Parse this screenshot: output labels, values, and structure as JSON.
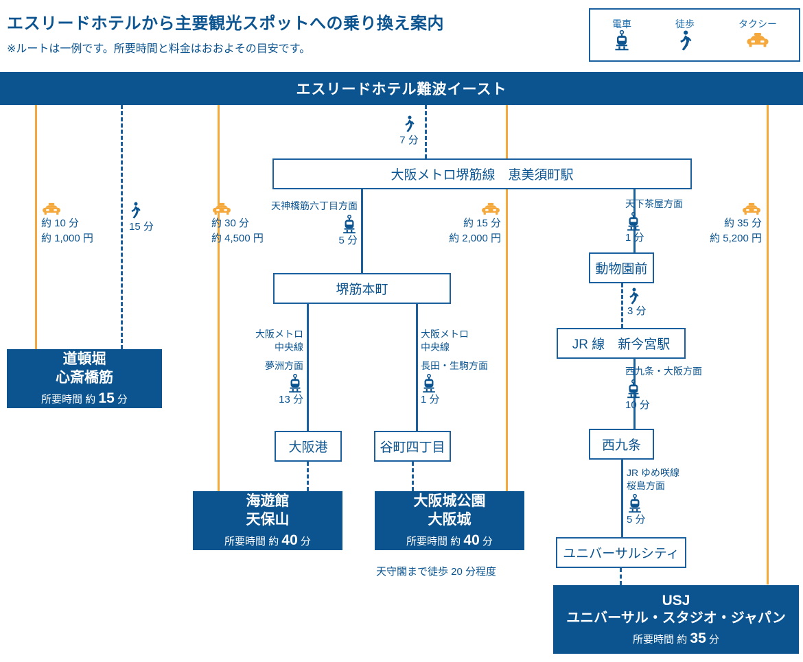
{
  "header": {
    "title": "エスリードホテルから主要観光スポットへの乗り換え案内",
    "note": "※ルートは一例です。所要時間と料金はおおよその目安です。"
  },
  "legend": {
    "items": [
      {
        "label": "電車",
        "icon": "train-icon"
      },
      {
        "label": "徒歩",
        "icon": "walk-icon"
      },
      {
        "label": "タクシー",
        "icon": "taxi-icon"
      }
    ]
  },
  "origin": {
    "name": "エスリードホテル難波イースト"
  },
  "colors": {
    "navy": "#0b5490",
    "line_blue": "#1a5f9e",
    "taxi_orange": "#f5a83c",
    "white": "#ffffff"
  },
  "routes": {
    "dotonbori": {
      "taxi": {
        "time": "約 10 分",
        "fare": "約 1,000 円"
      },
      "walk": {
        "minutes": "15 分"
      },
      "destination": {
        "name_line1": "道頓堀",
        "name_line2": "心斎橋筋",
        "time_prefix": "所要時間 約",
        "time_value": "15",
        "time_unit": "分"
      }
    },
    "kaiyukan": {
      "taxi": {
        "time": "約 30 分",
        "fare": "約 4,500 円"
      },
      "destination": {
        "name_line1": "海遊館",
        "name_line2": "天保山",
        "time_prefix": "所要時間 約",
        "time_value": "40",
        "time_unit": "分"
      }
    },
    "osakajo": {
      "taxi": {
        "time": "約 15 分",
        "fare": "約 2,000 円"
      },
      "destination": {
        "name_line1": "大阪城公園",
        "name_line2": "大阪城",
        "time_prefix": "所要時間 約",
        "time_value": "40",
        "time_unit": "分"
      },
      "footnote": "天守閣まで徒歩 20 分程度"
    },
    "usj": {
      "taxi": {
        "time": "約 35 分",
        "fare": "約 5,200 円"
      },
      "destination": {
        "name_line1": "USJ",
        "name_line2": "ユニバーサル・スタジオ・ジャパン",
        "time_prefix": "所要時間 約",
        "time_value": "35",
        "time_unit": "分"
      }
    }
  },
  "segments": {
    "hotel_to_ebisucho": {
      "mode": "walk-icon",
      "minutes": "7 分"
    },
    "ebisucho_to_sakaisujihommachi": {
      "direction": "天神橋筋六丁目方面",
      "mode": "train-icon",
      "minutes": "5 分"
    },
    "sakaisujihommachi_to_osakako": {
      "line": "大阪メトロ",
      "line2": "中央線",
      "direction": "夢洲方面",
      "mode": "train-icon",
      "minutes": "13 分"
    },
    "sakaisujihommachi_to_tanimachi4": {
      "line": "大阪メトロ",
      "line2": "中央線",
      "direction": "長田・生駒方面",
      "mode": "train-icon",
      "minutes": "1 分"
    },
    "ebisucho_to_dobutsuenmae": {
      "direction": "天下茶屋方面",
      "mode": "train-icon",
      "minutes": "1 分"
    },
    "dobutsuenmae_to_shinimamiya": {
      "mode": "walk-icon",
      "minutes": "3 分"
    },
    "shinimamiya_to_nishikujo": {
      "direction": "西九条・大阪方面",
      "mode": "train-icon",
      "minutes": "10 分"
    },
    "nishikujo_to_universalcity": {
      "line": "JR ゆめ咲線",
      "direction": "桜島方面",
      "mode": "train-icon",
      "minutes": "5 分"
    }
  },
  "stations": {
    "ebisucho": "大阪メトロ堺筋線　恵美須町駅",
    "sakaisujihommachi": "堺筋本町",
    "osakako": "大阪港",
    "tanimachi4": "谷町四丁目",
    "dobutsuenmae": "動物園前",
    "shinimamiya": "JR 線　新今宮駅",
    "nishikujo": "西九条",
    "universalcity": "ユニバーサルシティ"
  }
}
